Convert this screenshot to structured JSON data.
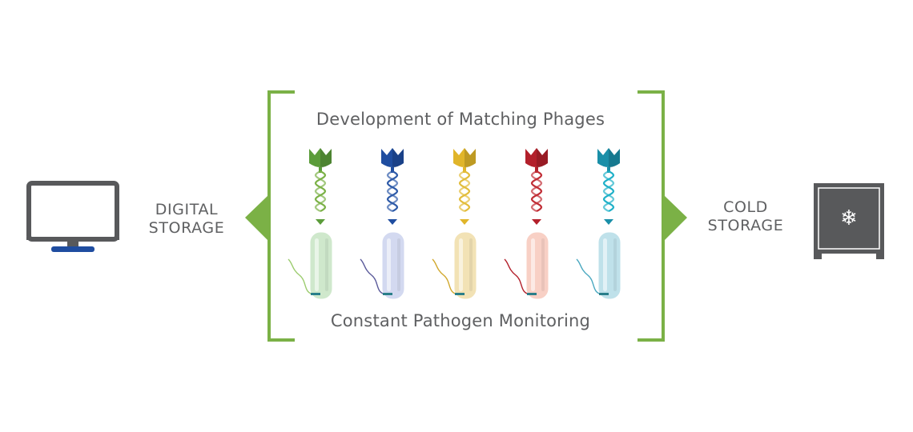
{
  "diagram": {
    "top_caption": "Development of Matching Phages",
    "bottom_caption": "Constant Pathogen Monitoring",
    "left_label": [
      "DIGITAL",
      "STORAGE"
    ],
    "right_label": [
      "COLD",
      "STORAGE"
    ],
    "left_node_icon": "computer-monitor-icon",
    "right_node_icon": "freezer-safe-icon",
    "freezer_symbol": "❄",
    "bracket_color": "#7bb146",
    "text_color": "#5f6062",
    "phages": [
      {
        "name": "green",
        "head": "#5b9c3a",
        "dna": "#7bb146",
        "bacterium": "#cfe8cc",
        "flagellum": "#9ccc6f"
      },
      {
        "name": "blue",
        "head": "#1f4da0",
        "dna": "#2d5aa8",
        "bacterium": "#d3d9f0",
        "flagellum": "#5a5a9a"
      },
      {
        "name": "yellow",
        "head": "#e0b52a",
        "dna": "#e2bc3a",
        "bacterium": "#f2e2b5",
        "flagellum": "#d1a82d"
      },
      {
        "name": "red",
        "head": "#b3202b",
        "dna": "#c02c34",
        "bacterium": "#f8d0c5",
        "flagellum": "#b3202b"
      },
      {
        "name": "teal",
        "head": "#1a8fa8",
        "dna": "#1fb0c8",
        "bacterium": "#bfe1ea",
        "flagellum": "#4aa8c0"
      }
    ]
  }
}
